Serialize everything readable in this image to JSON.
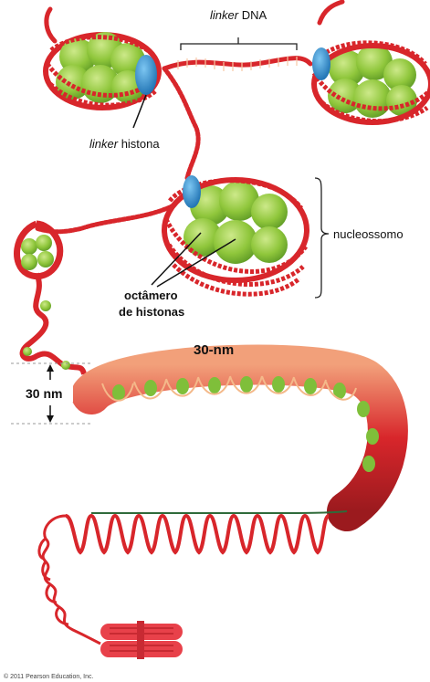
{
  "labels": {
    "linker_dna_italic": "linker",
    "linker_dna_rest": " DNA",
    "linker_histona_italic": "linker",
    "linker_histona_rest": " histona",
    "nucleossomo": "nucleossomo",
    "octamero_line1": "octâmero",
    "octamero_line2": "de histonas",
    "fiber_30nm": "30-nm",
    "scale_30nm": "30 nm",
    "copyright": "© 2011 Pearson Education, Inc."
  },
  "colors": {
    "dna": "#d8262b",
    "dna_dark": "#8e1015",
    "histone": "#8fc63b",
    "histone_dark": "#5e9a25",
    "linker_histone": "#2a8fd0",
    "chromatid": "#e8414a"
  }
}
